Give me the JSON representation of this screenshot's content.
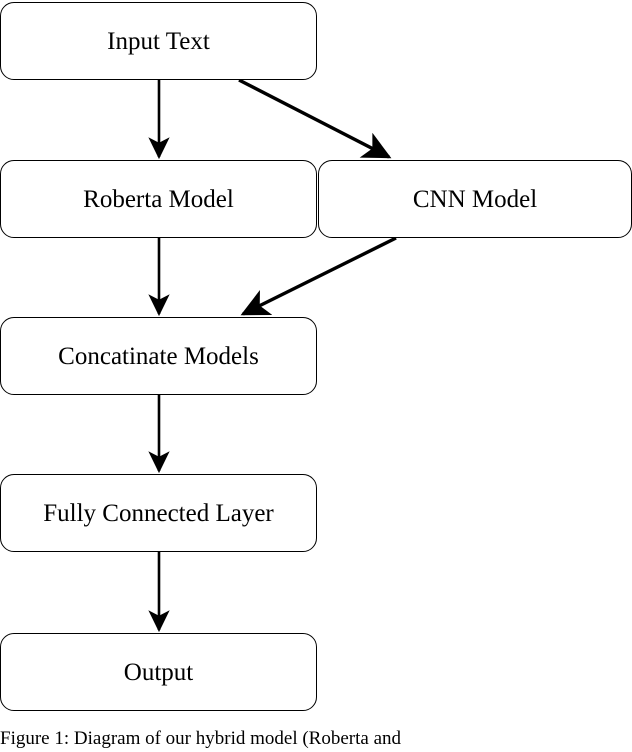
{
  "figure": {
    "caption": "Figure 1: Diagram of our hybrid model (Roberta and",
    "stroke_color": "#000000",
    "background_color": "#ffffff"
  },
  "nodes": [
    {
      "id": "input-text",
      "label": "Input Text"
    },
    {
      "id": "roberta-model",
      "label": "Roberta Model"
    },
    {
      "id": "cnn-model",
      "label": "CNN Model"
    },
    {
      "id": "concatinate",
      "label": "Concatinate Models"
    },
    {
      "id": "fully-connected",
      "label": "Fully Connected Layer"
    },
    {
      "id": "output",
      "label": "Output"
    }
  ],
  "edges": [
    {
      "from": "input-text",
      "to": "roberta-model",
      "style": "vertical-arrow"
    },
    {
      "from": "input-text",
      "to": "cnn-model",
      "style": "diagonal-arrow"
    },
    {
      "from": "roberta-model",
      "to": "concatinate",
      "style": "vertical-arrow"
    },
    {
      "from": "cnn-model",
      "to": "concatinate",
      "style": "diagonal-arrow"
    },
    {
      "from": "concatinate",
      "to": "fully-connected",
      "style": "vertical-arrow"
    },
    {
      "from": "fully-connected",
      "to": "output",
      "style": "vertical-arrow"
    }
  ],
  "chart_data": {
    "type": "diagram",
    "title": "Diagram of our hybrid model (Roberta and ...)",
    "orientation": "top-to-bottom flowchart",
    "nodes": [
      "Input Text",
      "Roberta Model",
      "CNN Model",
      "Concatinate Models",
      "Fully Connected Layer",
      "Output"
    ],
    "connections": [
      "Input Text -> Roberta Model",
      "Input Text -> CNN Model",
      "Roberta Model -> Concatinate Models",
      "CNN Model -> Concatinate Models",
      "Concatinate Models -> Fully Connected Layer",
      "Fully Connected Layer -> Output"
    ]
  }
}
